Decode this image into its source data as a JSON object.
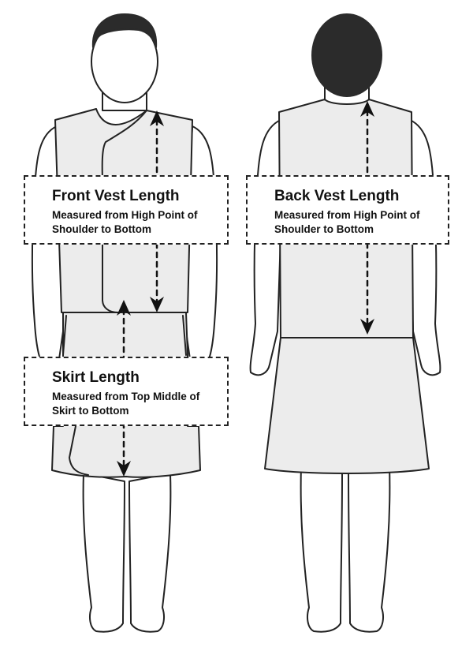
{
  "labels": {
    "front_vest": {
      "title": "Front Vest Length",
      "line1": "Measured from High Point of",
      "line2": "Shoulder to Bottom"
    },
    "back_vest": {
      "title": "Back Vest Length",
      "line1": "Measured from High Point of",
      "line2": "Shoulder to Bottom"
    },
    "skirt": {
      "title": "Skirt Length",
      "line1": "Measured from Top Middle of",
      "line2": "Skirt to Bottom"
    }
  },
  "colors": {
    "garment": "#ececec",
    "skin": "#ffffff",
    "hair": "#2b2b2b",
    "outline": "#222222"
  }
}
